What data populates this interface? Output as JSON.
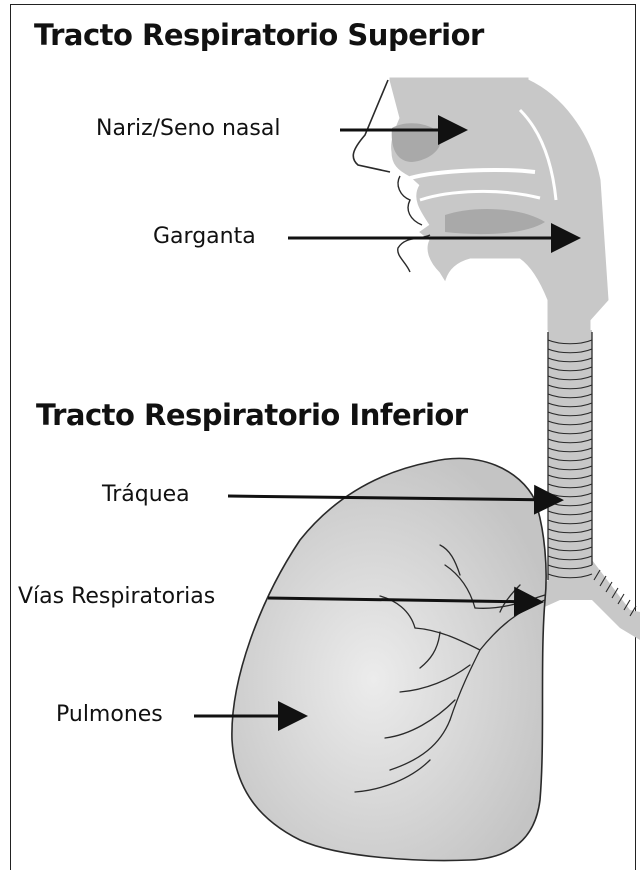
{
  "headings": {
    "upper": "Tracto Respiratorio Superior",
    "lower": "Tracto Respiratorio Inferior"
  },
  "labels": {
    "nose": "Nariz/Seno nasal",
    "throat": "Garganta",
    "trachea": "Tráquea",
    "airways": "Vías Respiratorias",
    "lungs": "Pulmones"
  },
  "colors": {
    "tissue": "#c8c8c8",
    "tissue_dark": "#a9a9a9",
    "outline": "#2a2a2a",
    "text": "#111111"
  }
}
